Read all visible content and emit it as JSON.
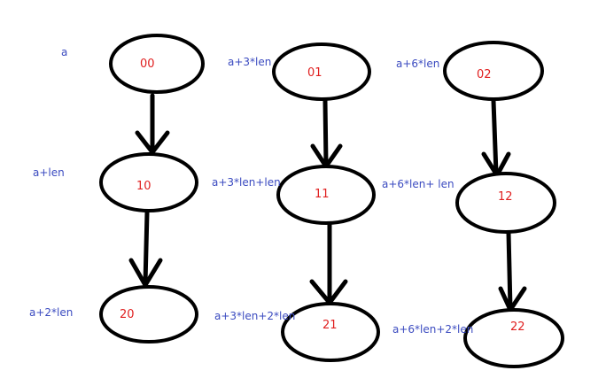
{
  "nodes": [
    {
      "id": "00",
      "label": "00",
      "address": "a"
    },
    {
      "id": "01",
      "label": "01",
      "address": "a+3*len"
    },
    {
      "id": "02",
      "label": "02",
      "address": "a+6*len"
    },
    {
      "id": "10",
      "label": "10",
      "address": "a+len"
    },
    {
      "id": "11",
      "label": "11",
      "address": "a+3*len+len"
    },
    {
      "id": "12",
      "label": "12",
      "address": "a+6*len+ len"
    },
    {
      "id": "20",
      "label": "20",
      "address": "a+2*len"
    },
    {
      "id": "21",
      "label": "21",
      "address": "a+3*len+2*len"
    },
    {
      "id": "22",
      "label": "22",
      "address": "a+6*len+2*len"
    }
  ],
  "edges": [
    {
      "from": "00",
      "to": "10"
    },
    {
      "from": "10",
      "to": "20"
    },
    {
      "from": "01",
      "to": "11"
    },
    {
      "from": "11",
      "to": "21"
    },
    {
      "from": "02",
      "to": "12"
    },
    {
      "from": "12",
      "to": "22"
    }
  ],
  "colors": {
    "node_text": "#e02020",
    "address_text": "#3b4bc0",
    "stroke": "#000000"
  }
}
